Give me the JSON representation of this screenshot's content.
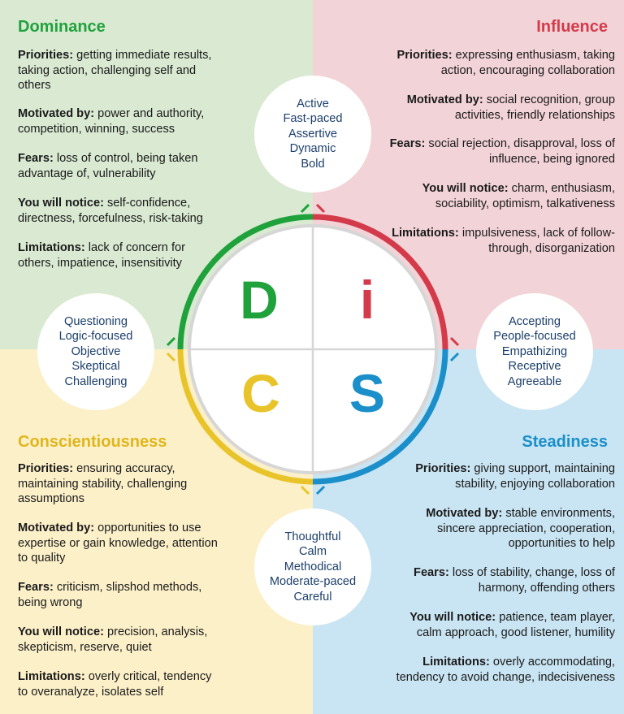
{
  "colors": {
    "dominance": "#1fa23c",
    "influence": "#d33a4a",
    "steadiness": "#1a8fca",
    "conscientiousness": "#e8c42a",
    "bubble_text": "#1c3f6b",
    "bg_d": "#d9e9d2",
    "bg_i": "#f2d3d7",
    "bg_c": "#fcf0c9",
    "bg_s": "#c9e4f2"
  },
  "letters": {
    "d": "D",
    "i": "i",
    "c": "C",
    "s": "S"
  },
  "dominance": {
    "title": "Dominance",
    "items": [
      {
        "label": "Priorities:",
        "text": " getting immediate results, taking action, challenging self and others"
      },
      {
        "label": "Motivated by:",
        "text": " power and authority, competition, winning, success"
      },
      {
        "label": "Fears:",
        "text": " loss of control, being taken advantage of, vulnerability"
      },
      {
        "label": "You will notice:",
        "text": " self-confidence, directness, forcefulness, risk-taking"
      },
      {
        "label": "Limitations:",
        "text": " lack of concern for others, impatience, insensitivity"
      }
    ],
    "traits": [
      "Questioning",
      "Logic-focused",
      "Objective",
      "Skeptical",
      "Challenging"
    ]
  },
  "influence": {
    "title": "Influence",
    "items": [
      {
        "label": "Priorities:",
        "text": " expressing enthusiasm, taking action, encouraging collaboration"
      },
      {
        "label": "Motivated by:",
        "text": " social recognition, group activities, friendly relationships"
      },
      {
        "label": "Fears:",
        "text": " social rejection, disapproval, loss of influence, being ignored"
      },
      {
        "label": "You will notice:",
        "text": " charm, enthusiasm, sociability, optimism, talkativeness"
      },
      {
        "label": "Limitations:",
        "text": " impulsiveness, lack of follow-through, disorganization"
      }
    ],
    "traits": [
      "Active",
      "Fast-paced",
      "Assertive",
      "Dynamic",
      "Bold"
    ]
  },
  "conscientiousness": {
    "title": "Conscientiousness",
    "items": [
      {
        "label": "Priorities:",
        "text": " ensuring accuracy, maintaining stability, challenging assumptions"
      },
      {
        "label": "Motivated by:",
        "text": " opportunities to use expertise or gain knowledge, attention to quality"
      },
      {
        "label": "Fears:",
        "text": " criticism, slipshod methods, being wrong"
      },
      {
        "label": "You will notice:",
        "text": " precision, analysis, skepticism, reserve, quiet"
      },
      {
        "label": "Limitations:",
        "text": " overly critical, tendency to overanalyze, isolates self"
      }
    ],
    "traits": [
      "Thoughtful",
      "Calm",
      "Methodical",
      "Moderate-paced",
      "Careful"
    ]
  },
  "steadiness": {
    "title": "Steadiness",
    "items": [
      {
        "label": "Priorities:",
        "text": " giving support, maintaining stability, enjoying collaboration"
      },
      {
        "label": "Motivated by:",
        "text": " stable environments, sincere appreciation, cooperation, opportunities to help"
      },
      {
        "label": "Fears:",
        "text": " loss of stability, change, loss of harmony, offending others"
      },
      {
        "label": "You will notice:",
        "text": " patience, team player, calm approach, good listener, humility"
      },
      {
        "label": "Limitations:",
        "text": " overly accommodating, tendency to avoid change, indecisiveness"
      }
    ],
    "traits": [
      "Accepting",
      "People-focused",
      "Empathizing",
      "Receptive",
      "Agreeable"
    ]
  }
}
